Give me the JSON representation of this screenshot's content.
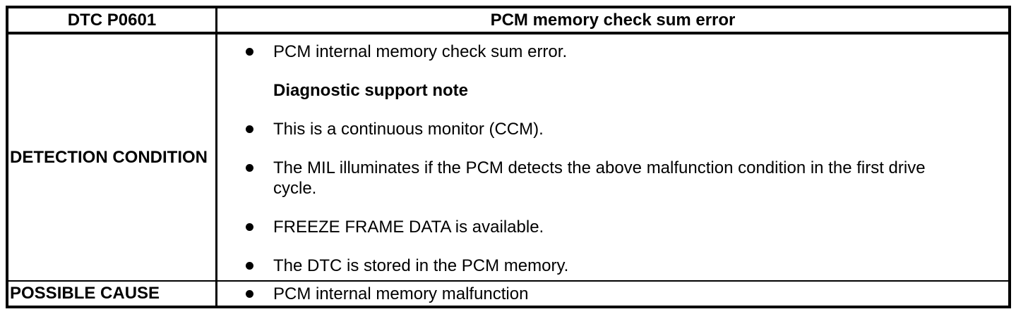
{
  "table": {
    "header": {
      "dtc_code": "DTC P0601",
      "title": "PCM memory check sum error"
    },
    "detection": {
      "label": "DETECTION CONDITION",
      "items": [
        {
          "type": "bullet",
          "text": "PCM internal memory check sum error."
        },
        {
          "type": "note",
          "text": "Diagnostic support note"
        },
        {
          "type": "bullet",
          "text": "This is a continuous monitor (CCM)."
        },
        {
          "type": "bullet",
          "text": "The MIL illuminates if the PCM detects the above malfunction condition in the first drive cycle."
        },
        {
          "type": "bullet",
          "text": "FREEZE FRAME DATA is available."
        },
        {
          "type": "bullet",
          "text": "The DTC is stored in the PCM memory."
        }
      ]
    },
    "possible_cause": {
      "label": "POSSIBLE CAUSE",
      "items": [
        {
          "type": "bullet",
          "text": "PCM internal memory malfunction"
        }
      ]
    }
  },
  "colors": {
    "border": "#000000",
    "text": "#000000",
    "background": "#ffffff"
  }
}
